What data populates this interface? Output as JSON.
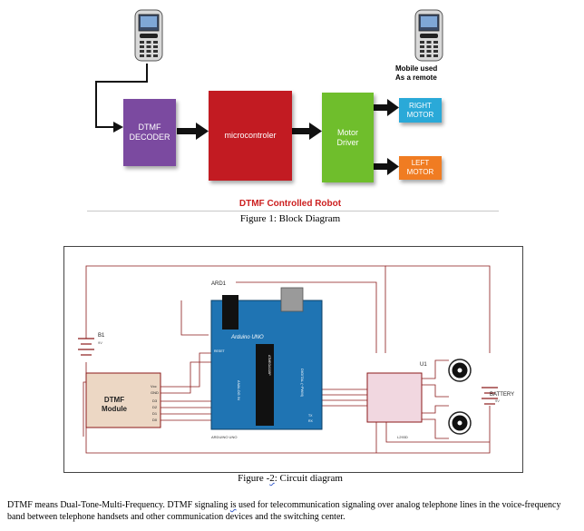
{
  "figure1": {
    "remote_label_line1": "Mobile used",
    "remote_label_line2": "As a remote",
    "blocks": {
      "dtmf_decoder_line1": "DTMF",
      "dtmf_decoder_line2": "DECODER",
      "microcontroller": "microcontroler",
      "motor_driver_line1": "Motor",
      "motor_driver_line2": "Driver",
      "right_motor_line1": "RIGHT",
      "right_motor_line2": "MOTOR",
      "left_motor_line1": "LEFT",
      "left_motor_line2": "MOTOR"
    },
    "diagram_title": "DTMF Controlled Robot",
    "caption": "Figure 1: Block Diagram",
    "colors": {
      "dtmf_decoder": "#7b4aa0",
      "microcontroller": "#c21b22",
      "motor_driver": "#6fbe2c",
      "right_motor": "#2aa9d8",
      "left_motor": "#f07c22",
      "title": "#cc1f1f"
    }
  },
  "figure2": {
    "labels": {
      "ard1": "ARD1",
      "arduino_uno": "Arduino UNO",
      "arduino_bottom": "ARDUINO UNO",
      "analog_in": "ANALOG IN",
      "digital_pwm": "DIGITAL (~PWM)",
      "atmega": "ATMEGA328P",
      "b1": "B1",
      "b1_value": "9V",
      "dtmf_module_line1": "DTMF",
      "dtmf_module_line2": "Module",
      "u1": "U1",
      "l293d": "L293D",
      "battery": "BATTERY",
      "battery_value": "9V",
      "reset": "RESET",
      "tx": "TX",
      "rx": "RX"
    },
    "dtmf_pins": [
      "Vcc",
      "GND",
      "D3",
      "D2",
      "D1",
      "D0"
    ],
    "caption_prefix": "Figure -",
    "caption_num": "2",
    "caption_suffix": ": Circuit diagram"
  },
  "paragraph": {
    "text_part1": "DTMF means Dual-Tone-Multi-Frequency. DTMF signaling ",
    "text_is": "is",
    "text_part2": " used for telecommunication signaling over analog telephone  lines in the voice-frequency band between telephone  handsets and other communication devices and the switching  center."
  }
}
